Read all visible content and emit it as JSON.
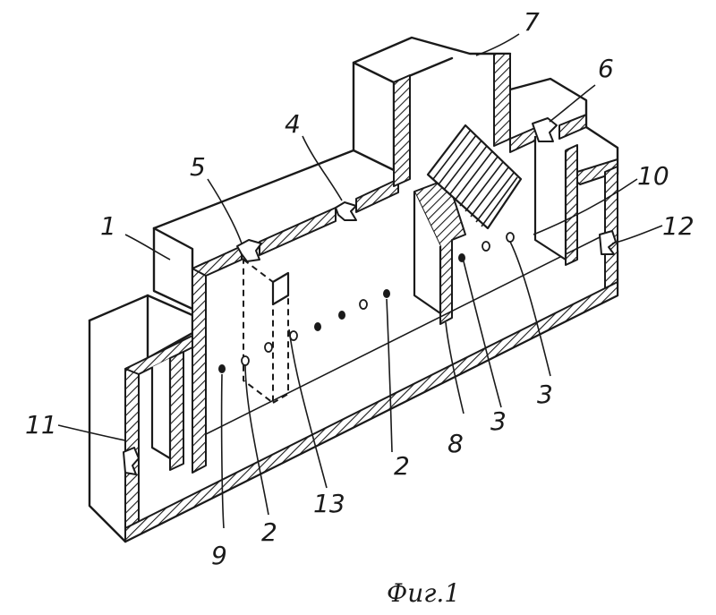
{
  "figure": {
    "caption": "Фиг.1",
    "labels": [
      {
        "id": "1",
        "text": "1"
      },
      {
        "id": "2a",
        "text": "2"
      },
      {
        "id": "2b",
        "text": "2"
      },
      {
        "id": "3a",
        "text": "3"
      },
      {
        "id": "3b",
        "text": "3"
      },
      {
        "id": "4",
        "text": "4"
      },
      {
        "id": "5",
        "text": "5"
      },
      {
        "id": "6",
        "text": "6"
      },
      {
        "id": "7",
        "text": "7"
      },
      {
        "id": "8",
        "text": "8"
      },
      {
        "id": "9",
        "text": "9"
      },
      {
        "id": "10",
        "text": "10"
      },
      {
        "id": "11",
        "text": "11"
      },
      {
        "id": "12",
        "text": "12"
      },
      {
        "id": "13",
        "text": "13"
      }
    ]
  }
}
